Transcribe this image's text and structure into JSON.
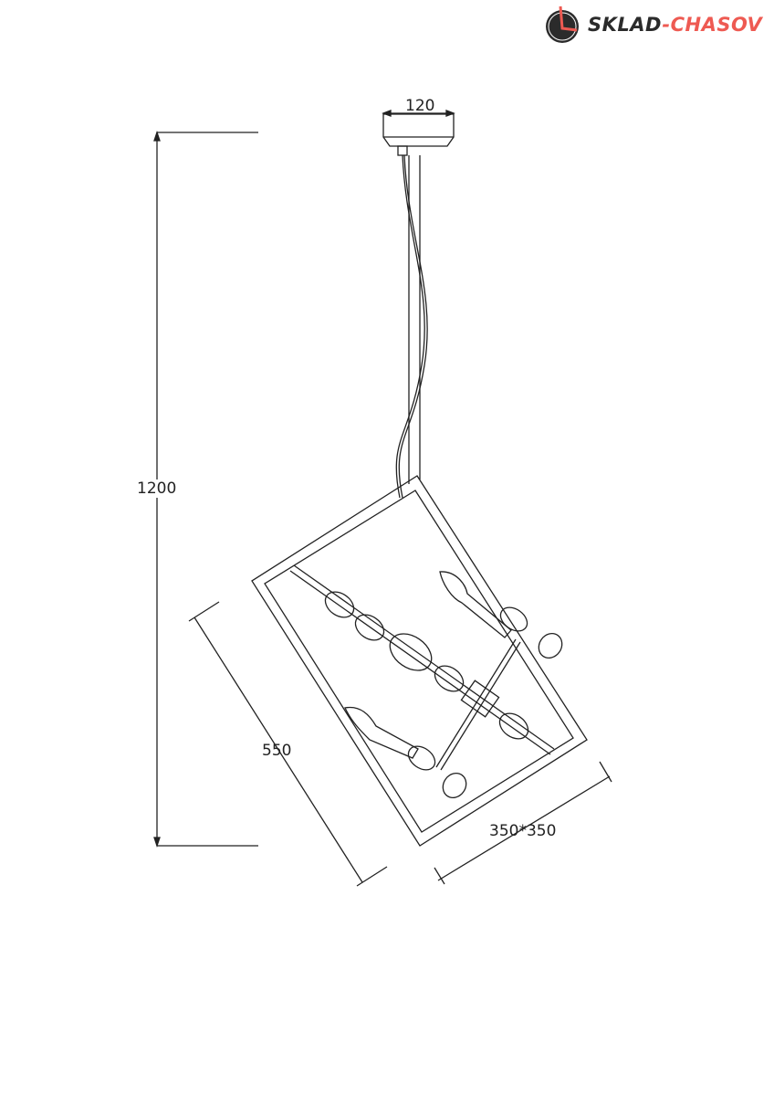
{
  "logo": {
    "part1": "SKLAD",
    "dash": "-",
    "part2": "CHASOV",
    "accent": "#ee5a52",
    "dark": "#2b2b2b"
  },
  "dimensions": {
    "canopy_width": "120",
    "total_height": "1200",
    "frame_height": "550",
    "frame_size": "350*350"
  }
}
